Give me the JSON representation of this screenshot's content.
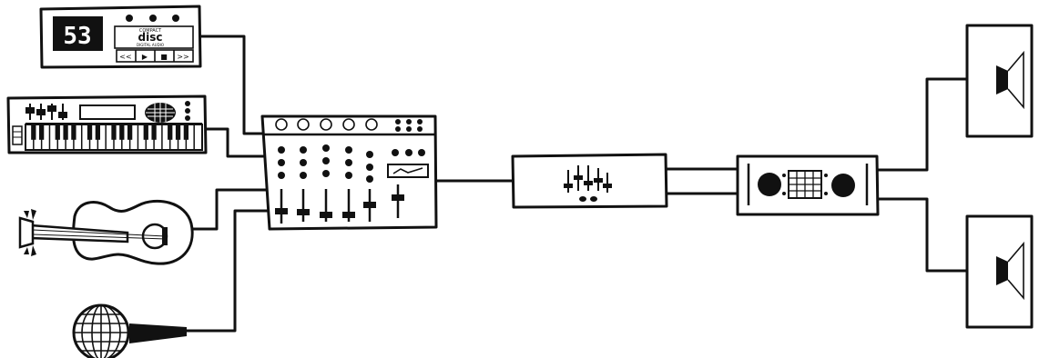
{
  "cd_player": {
    "display_digits": "53",
    "logo_line1": "COMPACT",
    "logo_word": "disc",
    "logo_line3": "DIGITAL AUDIO",
    "transport": [
      "<<",
      "▶",
      "■",
      ">>"
    ]
  },
  "icons": {
    "cd": "cd-player-icon",
    "keyboard": "keyboard-synth-icon",
    "guitar": "acoustic-guitar-icon",
    "microphone": "microphone-icon",
    "mixer": "mixing-console-icon",
    "processor": "signal-processor-icon",
    "amplifier": "power-amplifier-icon",
    "speaker": "speaker-cabinet-icon"
  },
  "colors": {
    "ink": "#111111",
    "paper": "#ffffff"
  }
}
